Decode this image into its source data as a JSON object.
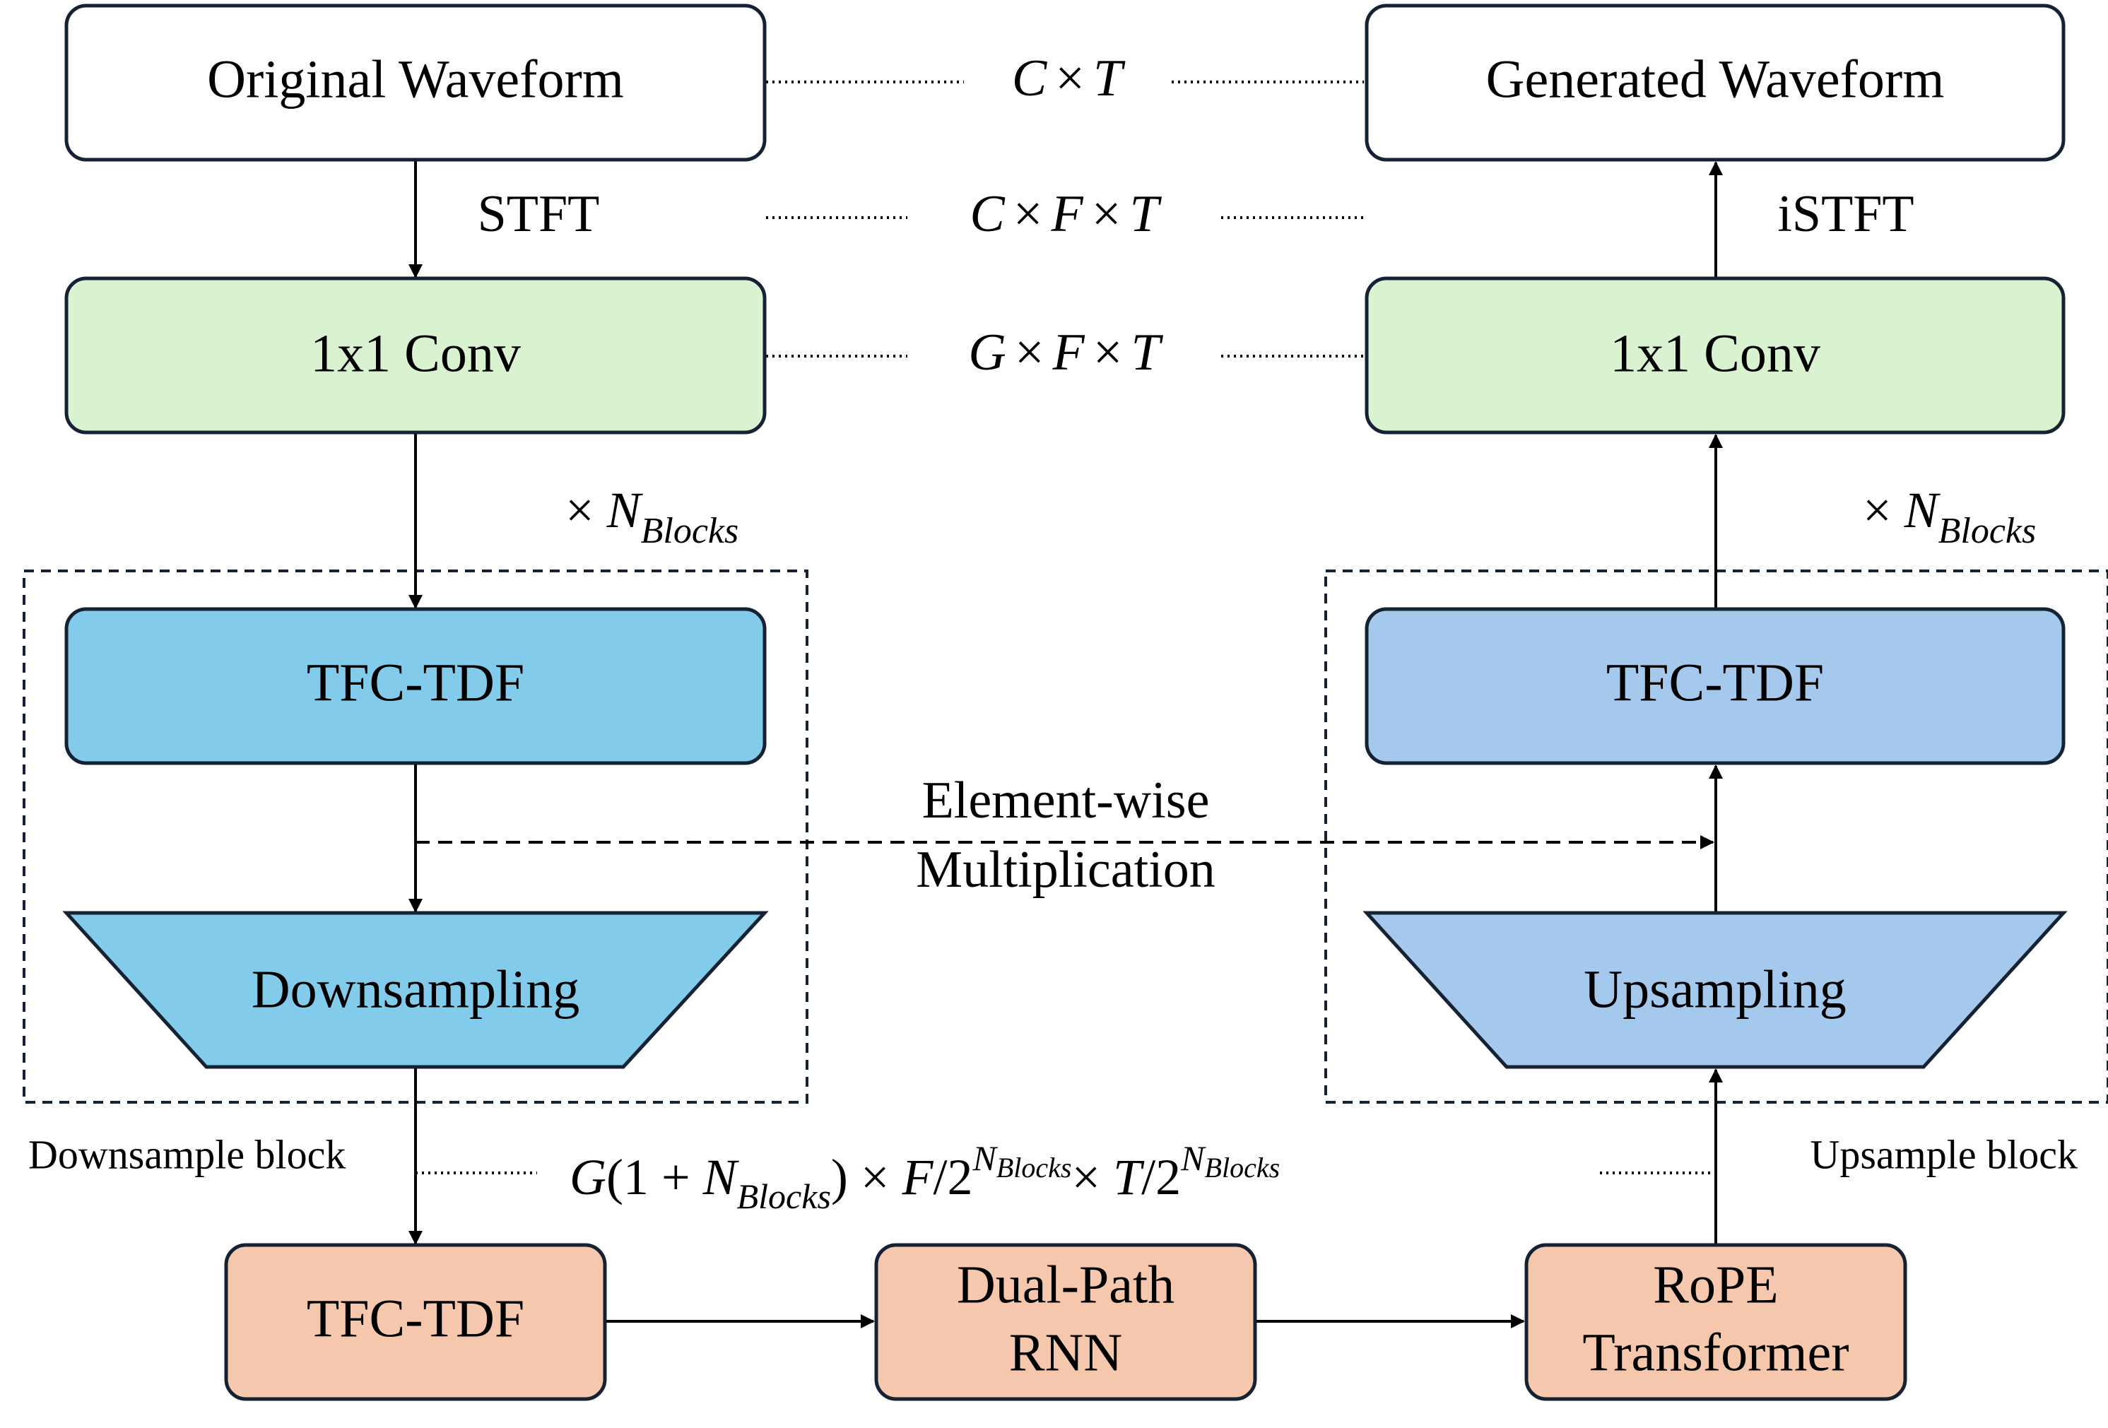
{
  "nodes": {
    "original_waveform": "Original Waveform",
    "generated_waveform": "Generated Waveform",
    "conv_left": "1x1 Conv",
    "conv_right": "1x1 Conv",
    "tfc_tdf_down": "TFC-TDF",
    "tfc_tdf_up": "TFC-TDF",
    "downsampling": "Downsampling",
    "upsampling": "Upsampling",
    "tfc_tdf_bottom": "TFC-TDF",
    "dual_path_rnn": [
      "Dual-Path",
      "RNN"
    ],
    "rope_transformer": [
      "RoPE",
      "Transformer"
    ]
  },
  "edge_labels": {
    "stft": "STFT",
    "istft": "iSTFT",
    "element_wise": [
      "Element-wise",
      "Multiplication"
    ]
  },
  "group_labels": {
    "downsample_block": "Downsample block",
    "upsample_block": "Upsample block",
    "repeat_prefix": "×",
    "repeat_n": "N",
    "repeat_sub": "Blocks"
  },
  "shape_annotations": {
    "waveform": {
      "a": "C",
      "op": "×",
      "b": "T"
    },
    "spectrogram": {
      "a": "C",
      "op1": "×",
      "b": "F",
      "op2": "×",
      "c": "T"
    },
    "features": {
      "a": "G",
      "op1": "×",
      "b": "F",
      "op2": "×",
      "c": "T"
    },
    "bottleneck": {
      "g": "G",
      "open": "(1 + ",
      "n": "N",
      "sub": "Blocks",
      "close": ")",
      "times1": " × ",
      "f": "F",
      "slash1": "/2",
      "exp_n1": "N",
      "exp_sub1": "Blocks",
      "times2": "× ",
      "t": "T",
      "slash2": "/2",
      "exp_n2": "N",
      "exp_sub2": "Blocks"
    }
  },
  "colors": {
    "green": "#d9f2d0",
    "blue_left": "#83cbea",
    "blue_right": "#a5c9ec",
    "orange": "#f5c7ad",
    "border": "#152233"
  }
}
